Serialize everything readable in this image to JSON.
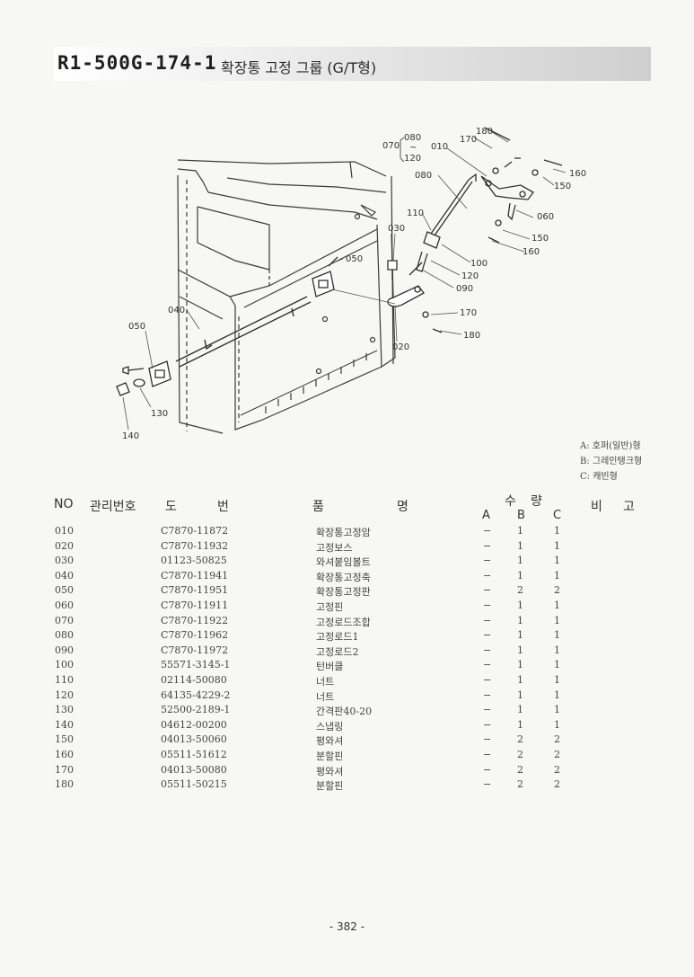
{
  "title": {
    "code": "R1-500G-174-1",
    "name": "확장통 고정 그룹 (G/T형)"
  },
  "diagram": {
    "callouts": [
      {
        "id": "c180a",
        "label": "180"
      },
      {
        "id": "c170a",
        "label": "170"
      },
      {
        "id": "c070",
        "label": "070"
      },
      {
        "id": "c080a",
        "label": "080"
      },
      {
        "id": "ctilde",
        "label": "~"
      },
      {
        "id": "c120a",
        "label": "120"
      },
      {
        "id": "c010",
        "label": "010"
      },
      {
        "id": "c160a",
        "label": "160"
      },
      {
        "id": "c150a",
        "label": "150"
      },
      {
        "id": "c080b",
        "label": "080"
      },
      {
        "id": "c060",
        "label": "060"
      },
      {
        "id": "c110",
        "label": "110"
      },
      {
        "id": "c150b",
        "label": "150"
      },
      {
        "id": "c160b",
        "label": "160"
      },
      {
        "id": "c030",
        "label": "030"
      },
      {
        "id": "c100",
        "label": "100"
      },
      {
        "id": "c120b",
        "label": "120"
      },
      {
        "id": "c090",
        "label": "090"
      },
      {
        "id": "c050a",
        "label": "050"
      },
      {
        "id": "c170b",
        "label": "170"
      },
      {
        "id": "c180b",
        "label": "180"
      },
      {
        "id": "c040",
        "label": "040"
      },
      {
        "id": "c020",
        "label": "020"
      },
      {
        "id": "c050b",
        "label": "050"
      },
      {
        "id": "c130",
        "label": "130"
      },
      {
        "id": "c140",
        "label": "140"
      }
    ]
  },
  "legend": [
    "A: 호퍼(일반)형",
    "B: 그레인탱크형",
    "C: 캐빈형"
  ],
  "table": {
    "headers": {
      "no": "NO",
      "mgmt": "관리번호",
      "drawing_1": "도",
      "drawing_2": "번",
      "name_1": "품",
      "name_2": "명",
      "qty_1": "수",
      "qty_2": "량",
      "col_a": "A",
      "col_b": "B",
      "col_c": "C",
      "remark_1": "비",
      "remark_2": "고"
    },
    "rows": [
      {
        "no": "010",
        "part": "C7870-11872",
        "name": "확장통고정암",
        "a": "−",
        "b": "1",
        "c": "1"
      },
      {
        "no": "020",
        "part": "C7870-11932",
        "name": "고정보스",
        "a": "−",
        "b": "1",
        "c": "1"
      },
      {
        "no": "030",
        "part": "01123-50825",
        "name": "와셔붙임볼트",
        "a": "−",
        "b": "1",
        "c": "1"
      },
      {
        "no": "040",
        "part": "C7870-11941",
        "name": "확장통고정축",
        "a": "−",
        "b": "1",
        "c": "1"
      },
      {
        "no": "050",
        "part": "C7870-11951",
        "name": "확장통고정판",
        "a": "−",
        "b": "2",
        "c": "2"
      },
      {
        "no": "060",
        "part": "C7870-11911",
        "name": "고정핀",
        "a": "−",
        "b": "1",
        "c": "1"
      },
      {
        "no": "070",
        "part": "C7870-11922",
        "name": "고정로드조합",
        "a": "−",
        "b": "1",
        "c": "1"
      },
      {
        "no": "080",
        "part": "C7870-11962",
        "name": "고정로드1",
        "a": "−",
        "b": "1",
        "c": "1"
      },
      {
        "no": "090",
        "part": "C7870-11972",
        "name": "고정로드2",
        "a": "−",
        "b": "1",
        "c": "1"
      },
      {
        "no": "100",
        "part": "55571-3145-1",
        "name": "턴버클",
        "a": "−",
        "b": "1",
        "c": "1"
      },
      {
        "no": "110",
        "part": "02114-50080",
        "name": "너트",
        "a": "−",
        "b": "1",
        "c": "1"
      },
      {
        "no": "120",
        "part": "64135-4229-2",
        "name": "너트",
        "a": "−",
        "b": "1",
        "c": "1"
      },
      {
        "no": "130",
        "part": "52500-2189-1",
        "name": "간격판40-20",
        "a": "−",
        "b": "1",
        "c": "1"
      },
      {
        "no": "140",
        "part": "04612-00200",
        "name": "스냅링",
        "a": "−",
        "b": "1",
        "c": "1"
      },
      {
        "no": "150",
        "part": "04013-50060",
        "name": "평와셔",
        "a": "−",
        "b": "2",
        "c": "2"
      },
      {
        "no": "160",
        "part": "05511-51612",
        "name": "분할핀",
        "a": "−",
        "b": "2",
        "c": "2"
      },
      {
        "no": "170",
        "part": "04013-50080",
        "name": "평와셔",
        "a": "−",
        "b": "2",
        "c": "2"
      },
      {
        "no": "180",
        "part": "05511-50215",
        "name": "분할핀",
        "a": "−",
        "b": "2",
        "c": "2"
      }
    ]
  },
  "page_number": "- 382 -"
}
